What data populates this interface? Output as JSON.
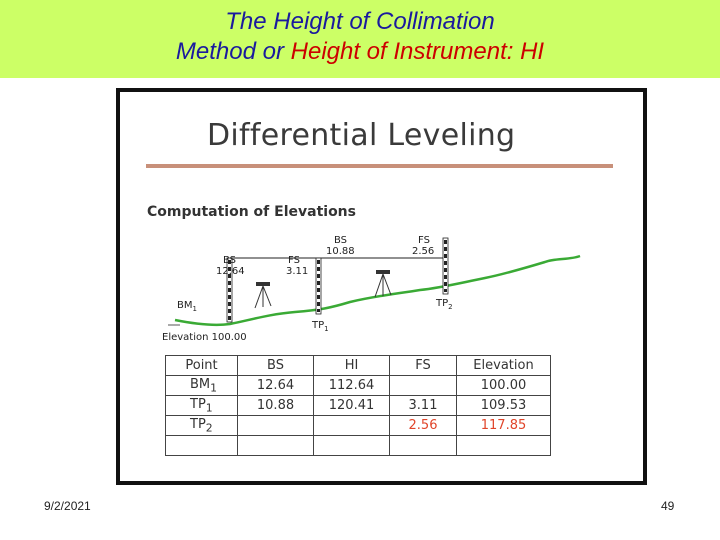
{
  "title": {
    "line1": "The Height of Collimation",
    "line2_prefix": "Method or ",
    "line2_highlight": "Height of Instrument: HI"
  },
  "slide": {
    "heading": "Differential Leveling",
    "subheading": "Computation of Elevations",
    "diagram": {
      "bs1_label": "BS",
      "bs1_value": "12.64",
      "fs1_label": "FS",
      "fs1_value": "3.11",
      "bs2_label": "BS",
      "bs2_value": "10.88",
      "fs2_label": "FS",
      "fs2_value": "2.56",
      "bm_label": "BM",
      "bm_sub": "1",
      "tp1_label": "TP",
      "tp1_sub": "1",
      "tp2_label": "TP",
      "tp2_sub": "2",
      "elevation_note": "Elevation 100.00"
    },
    "table": {
      "headers": [
        "Point",
        "BS",
        "HI",
        "FS",
        "Elevation"
      ],
      "rows": [
        {
          "point": "BM",
          "sub": "1",
          "bs": "12.64",
          "hi": "112.64",
          "fs": "",
          "elev": "100.00"
        },
        {
          "point": "TP",
          "sub": "1",
          "bs": "10.88",
          "hi": "120.41",
          "fs": "3.11",
          "elev": "109.53"
        },
        {
          "point": "TP",
          "sub": "2",
          "bs": "",
          "hi": "",
          "fs": "2.56",
          "elev": "117.85"
        },
        {
          "point": "",
          "sub": "",
          "bs": "",
          "hi": "",
          "fs": "",
          "elev": ""
        }
      ]
    }
  },
  "footer": {
    "date": "9/2/2021",
    "page": "49"
  },
  "colors": {
    "title_bg": "#ccff66",
    "title_text": "#1a1a9e",
    "title_highlight": "#cc0000",
    "ground": "#3aaa35",
    "rule": "#c8907a",
    "table_highlight": "#e0452a"
  }
}
